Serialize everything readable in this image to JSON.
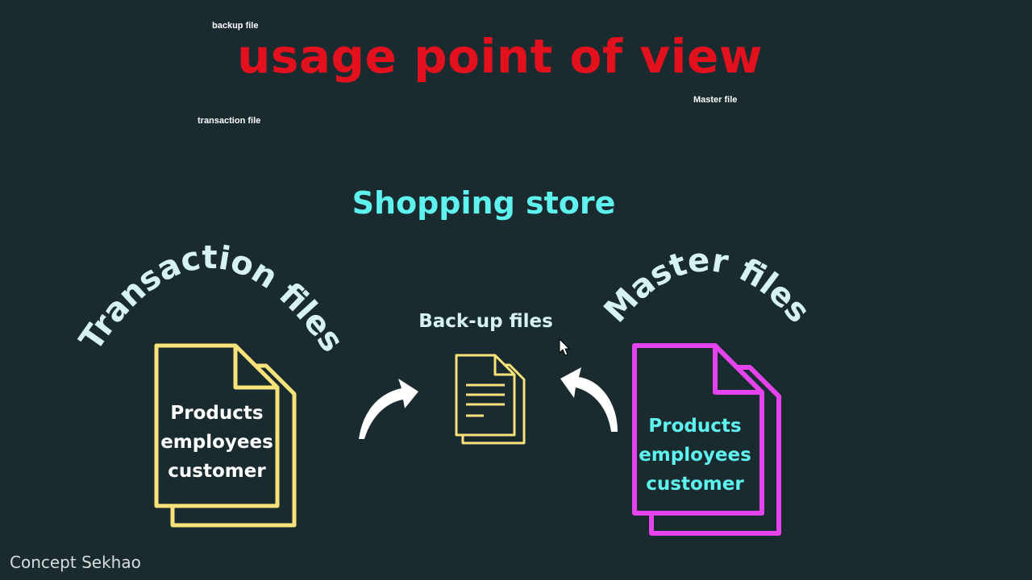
{
  "labels": {
    "backup_small": "backup file",
    "transaction_small": "transaction file",
    "master_small": "Master file"
  },
  "title": "usage point of view",
  "subtitle": "Shopping store",
  "transaction": {
    "heading": "Transaction files",
    "items": [
      "Products",
      "employees",
      "customer"
    ]
  },
  "backup": {
    "heading": "Back-up files"
  },
  "master": {
    "heading": "Master files",
    "items": [
      "Products",
      "employees",
      "customer"
    ]
  },
  "watermark": "Concept Sekhao",
  "icons": {
    "transaction_doc": "document-stack-icon",
    "backup_doc": "document-icon",
    "master_doc": "document-stack-icon",
    "arrow_left": "curved-arrow-right-icon",
    "arrow_right": "curved-arrow-left-icon",
    "cursor": "mouse-cursor-icon"
  },
  "colors": {
    "background": "#1a2b30",
    "title": "#e3101e",
    "subtitle": "#5ff3ef",
    "transaction_doc": "#f8e27a",
    "master_doc": "#e443ee",
    "heading": "#d6f3f2"
  }
}
